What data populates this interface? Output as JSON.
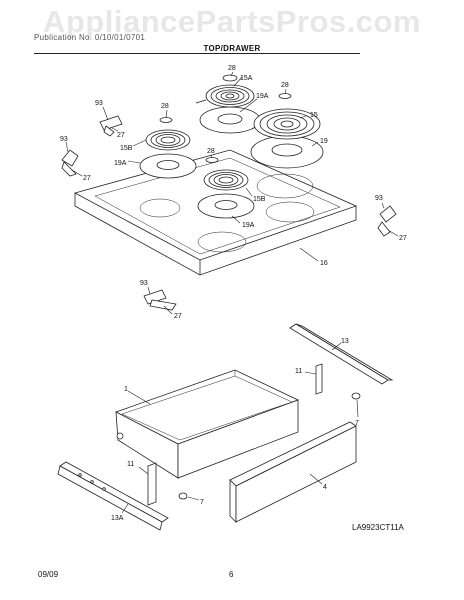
{
  "watermark": "AppliancePartsPros.com",
  "header_text": "Publication No. 0/10/01/0701",
  "section_title": "TOP/DRAWER",
  "figure_code": "LA9923CT11A",
  "footer": {
    "date": "09/09",
    "page": "6"
  },
  "callouts": {
    "c28a": "28",
    "c15A": "15A",
    "c28b": "28",
    "c93a": "93",
    "c28c": "28",
    "c19Aa": "19A",
    "c27a": "27",
    "c15": "15",
    "c93b": "93",
    "c19": "19",
    "c15Ba": "15B",
    "c28d": "28",
    "c27b": "27",
    "c19Ab": "19A",
    "c15Bb": "15B",
    "c93c": "93",
    "c19Ac": "19A",
    "c27c": "27",
    "c16": "16",
    "c93d": "93",
    "c27d": "27",
    "c13": "13",
    "c1": "1",
    "c11a": "11",
    "c7a": "7",
    "c11b": "11",
    "c4": "4",
    "c7b": "7",
    "c13A": "13A"
  }
}
